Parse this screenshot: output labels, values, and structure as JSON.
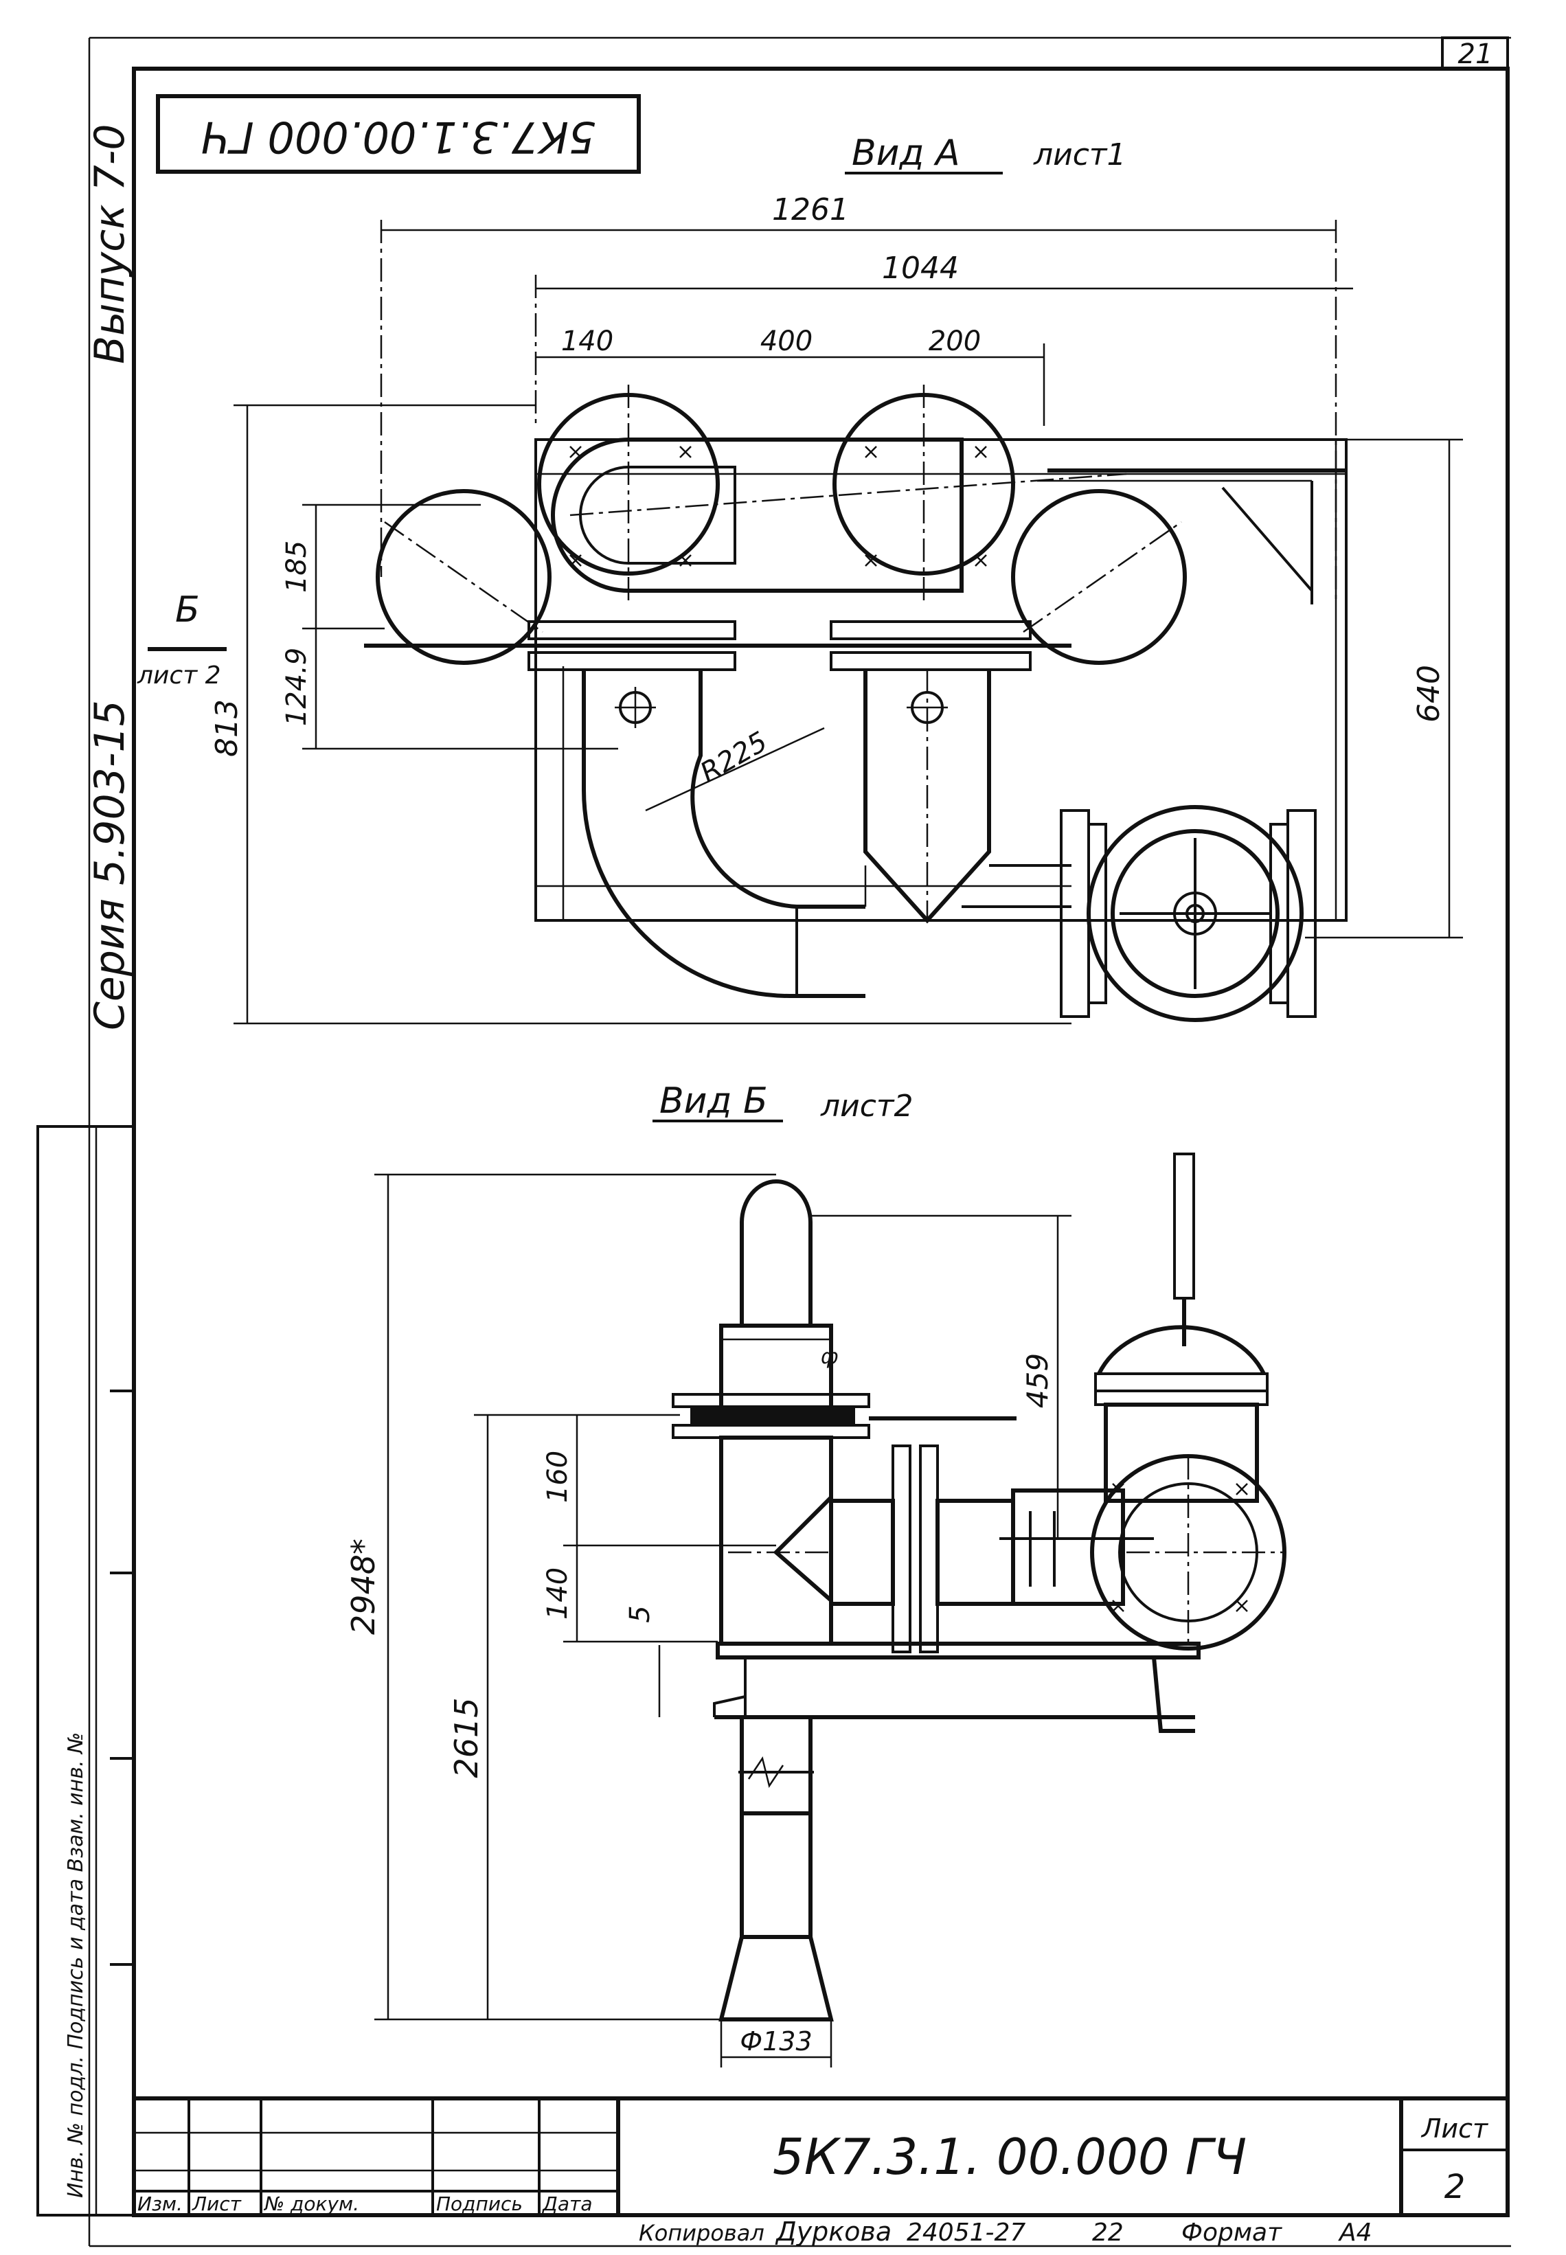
{
  "page_number": "21",
  "designation_rotated": "5К7.3.1.00.000 ГЧ",
  "margin_labels": {
    "issue": "Выпуск 7-0",
    "series": "Серия 5.903-15",
    "stamp_column": "Инв. № подл.  Подпись и дата  Взам. инв. №"
  },
  "view_a": {
    "title": "Вид А",
    "sheet": "лист1",
    "dims": {
      "d1261": "1261",
      "d1044": "1044",
      "d140": "140",
      "d400": "400",
      "d200": "200",
      "d185": "185",
      "d1249": "124.9",
      "d813": "813",
      "d640": "640",
      "r225": "R225"
    },
    "section_ref": "Б",
    "section_sheet": "лист 2"
  },
  "view_b": {
    "title": "Вид Б",
    "sheet": "лист2",
    "dims": {
      "d2948": "2948*",
      "d2615": "2615",
      "d459": "459",
      "d160": "160",
      "d140": "140",
      "d5": "5",
      "phi133": "Ф133"
    }
  },
  "title_block": {
    "designation": "5К7.3.1. 00.000 ГЧ",
    "sheet_label": "Лист",
    "sheet_no": "2",
    "columns": [
      "Изм.",
      "Лист",
      "№ докум.",
      "Подпись",
      "Дата"
    ]
  },
  "footer": {
    "copied": "Копировал",
    "name": "Дуркова",
    "code": "24051-27",
    "num": "22",
    "format_label": "Формат",
    "format": "А4"
  }
}
